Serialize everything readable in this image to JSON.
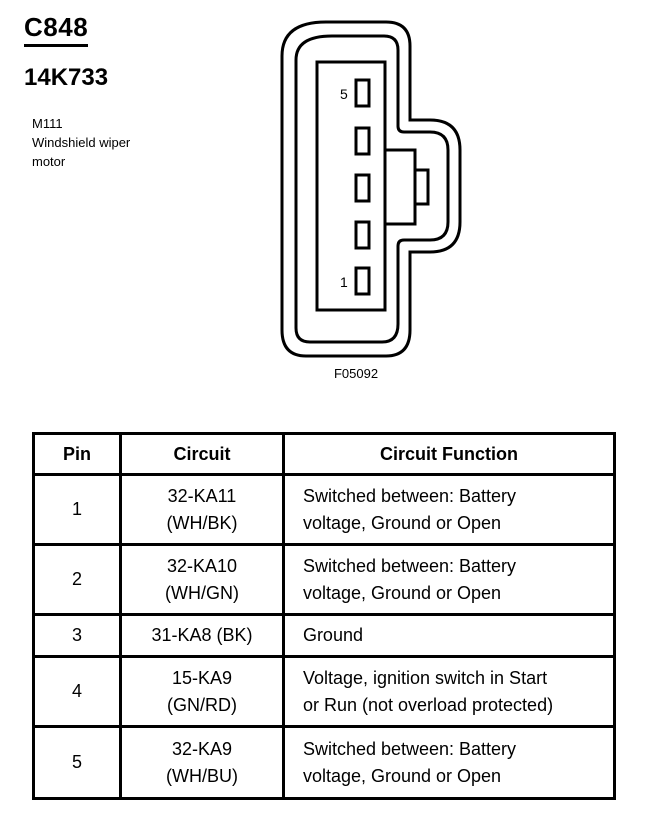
{
  "header": {
    "connector": "C848",
    "part_number": "14K733"
  },
  "description": {
    "lines": [
      "M111",
      "Windshield wiper",
      "motor"
    ]
  },
  "diagram": {
    "pin_labels": {
      "top": "5",
      "bottom": "1"
    },
    "figure_code": "F05092"
  },
  "table": {
    "headers": [
      "Pin",
      "Circuit",
      "Circuit Function"
    ],
    "rows": [
      {
        "pin": "1",
        "circuit": [
          "32-KA11",
          "(WH/BK)"
        ],
        "function": [
          "Switched between: Battery",
          "voltage, Ground or Open"
        ]
      },
      {
        "pin": "2",
        "circuit": [
          "32-KA10",
          "(WH/GN)"
        ],
        "function": [
          "Switched between: Battery",
          "voltage, Ground or Open"
        ]
      },
      {
        "pin": "3",
        "circuit": [
          "31-KA8 (BK)"
        ],
        "function": [
          "Ground"
        ]
      },
      {
        "pin": "4",
        "circuit": [
          "15-KA9",
          "(GN/RD)"
        ],
        "function": [
          "Voltage, ignition switch in Start",
          "or Run (not overload protected)"
        ]
      },
      {
        "pin": "5",
        "circuit": [
          "32-KA9",
          "(WH/BU)"
        ],
        "function": [
          "Switched between: Battery",
          "voltage, Ground or Open"
        ]
      }
    ]
  }
}
